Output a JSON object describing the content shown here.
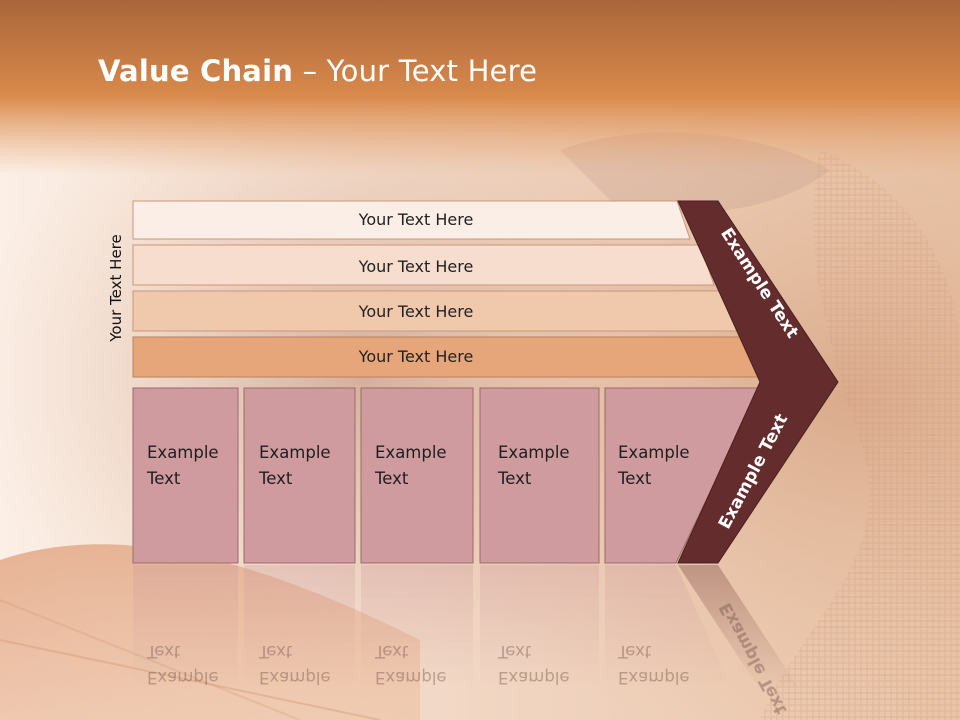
{
  "title": {
    "bold": "Value Chain",
    "rest": " – Your Text Here"
  },
  "side_label": "Your Text Here",
  "rows": [
    {
      "label": "Your Text Here"
    },
    {
      "label": "Your Text Here"
    },
    {
      "label": "Your Text Here"
    },
    {
      "label": "Your Text Here"
    }
  ],
  "boxes": [
    {
      "line1": "Example",
      "line2": "Text"
    },
    {
      "line1": "Example",
      "line2": "Text"
    },
    {
      "line1": "Example",
      "line2": "Text"
    },
    {
      "line1": "Example",
      "line2": "Text"
    },
    {
      "line1": "Example",
      "line2": "Text"
    }
  ],
  "chevron": {
    "upper": "Example Text",
    "lower": "Example Text"
  },
  "colors": {
    "row_fills": [
      "#faeee6",
      "#f6ddcd",
      "#f0c9ac",
      "#e6a67a"
    ],
    "box_fill": "#cf9b9e",
    "chevron": "#652c2d",
    "header_band": "#d8884a"
  }
}
